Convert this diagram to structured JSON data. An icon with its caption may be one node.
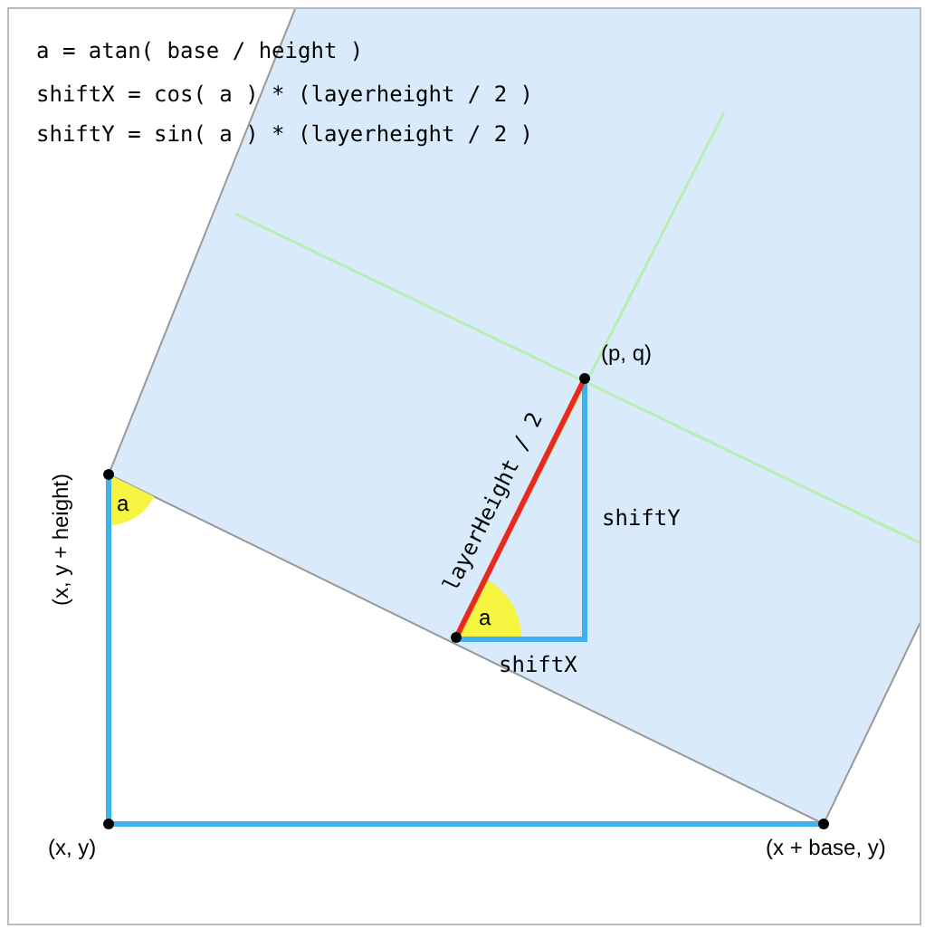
{
  "diagram": {
    "labels": [
      "a = atan( base / height )",
      "shiftX = cos( a ) * (layerheight / 2 )",
      "shiftY = sin( a ) * (layerheight / 2 )",
      "(p, q)",
      "(x, y + height)",
      "a",
      "layerHeight / 2",
      "shiftY",
      "a",
      "shiftX",
      "(x, y)",
      "(x + base, y)"
    ]
  }
}
